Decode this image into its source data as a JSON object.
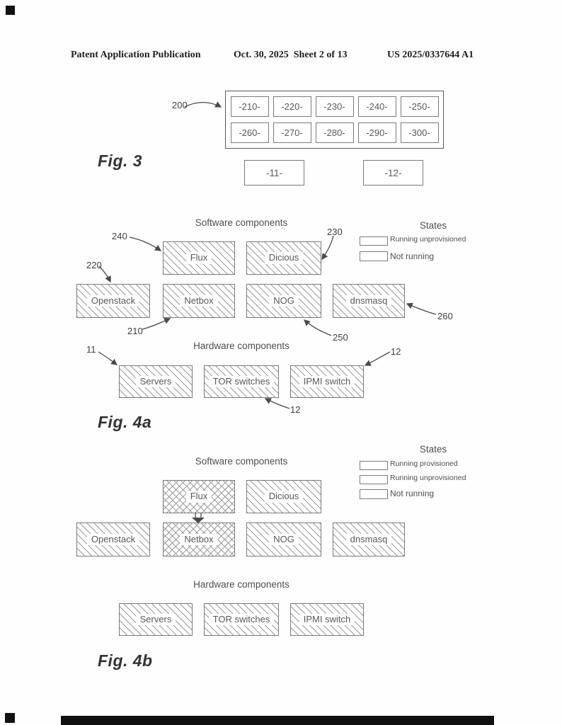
{
  "page": {
    "header_left": "Patent Application Publication",
    "header_center": "Oct. 30, 2025  Sheet 2 of 13",
    "header_right": "US 2025/0337644 A1"
  },
  "fig3": {
    "caption": "Fig. 3",
    "ref_200": "200",
    "row1": [
      "-210-",
      "-220-",
      "-230-",
      "-240-",
      "-250-"
    ],
    "row2": [
      "-260-",
      "-270-",
      "-280-",
      "-290-",
      "-300-"
    ],
    "box_11": "-11-",
    "box_12": "-12-"
  },
  "fig4a": {
    "caption": "Fig. 4a",
    "software_heading": "Software components",
    "hardware_heading": "Hardware components",
    "states_heading": "States",
    "legend": [
      {
        "label": "Running unprovisioned",
        "pattern": "diagonal"
      },
      {
        "label": "Not running",
        "pattern": "sparse-diagonal"
      }
    ],
    "boxes": {
      "flux": "Flux",
      "dicious": "Dicious",
      "openstack": "Openstack",
      "netbox": "Netbox",
      "nog": "NOG",
      "dnsmasq": "dnsmasq",
      "servers": "Servers",
      "tor": "TOR switches",
      "ipmi": "IPMI switch"
    },
    "refs": {
      "r240": "240",
      "r230": "230",
      "r220": "220",
      "r210": "210",
      "r250": "250",
      "r260": "260",
      "r11": "11",
      "r12_right": "12",
      "r12_bottom": "12"
    }
  },
  "fig4b": {
    "caption": "Fig. 4b",
    "software_heading": "Software components",
    "hardware_heading": "Hardware components",
    "states_heading": "States",
    "legend": [
      {
        "label": "Running provisioned",
        "pattern": "crosshatch"
      },
      {
        "label": "Running unprovisioned",
        "pattern": "diagonal"
      },
      {
        "label": "Not running",
        "pattern": "sparse-diagonal"
      }
    ],
    "boxes": {
      "flux": "Flux",
      "dicious": "Dicious",
      "openstack": "Openstack",
      "netbox": "Netbox",
      "nog": "NOG",
      "dnsmasq": "dnsmasq",
      "servers": "Servers",
      "tor": "TOR switches",
      "ipmi": "IPMI switch"
    }
  }
}
